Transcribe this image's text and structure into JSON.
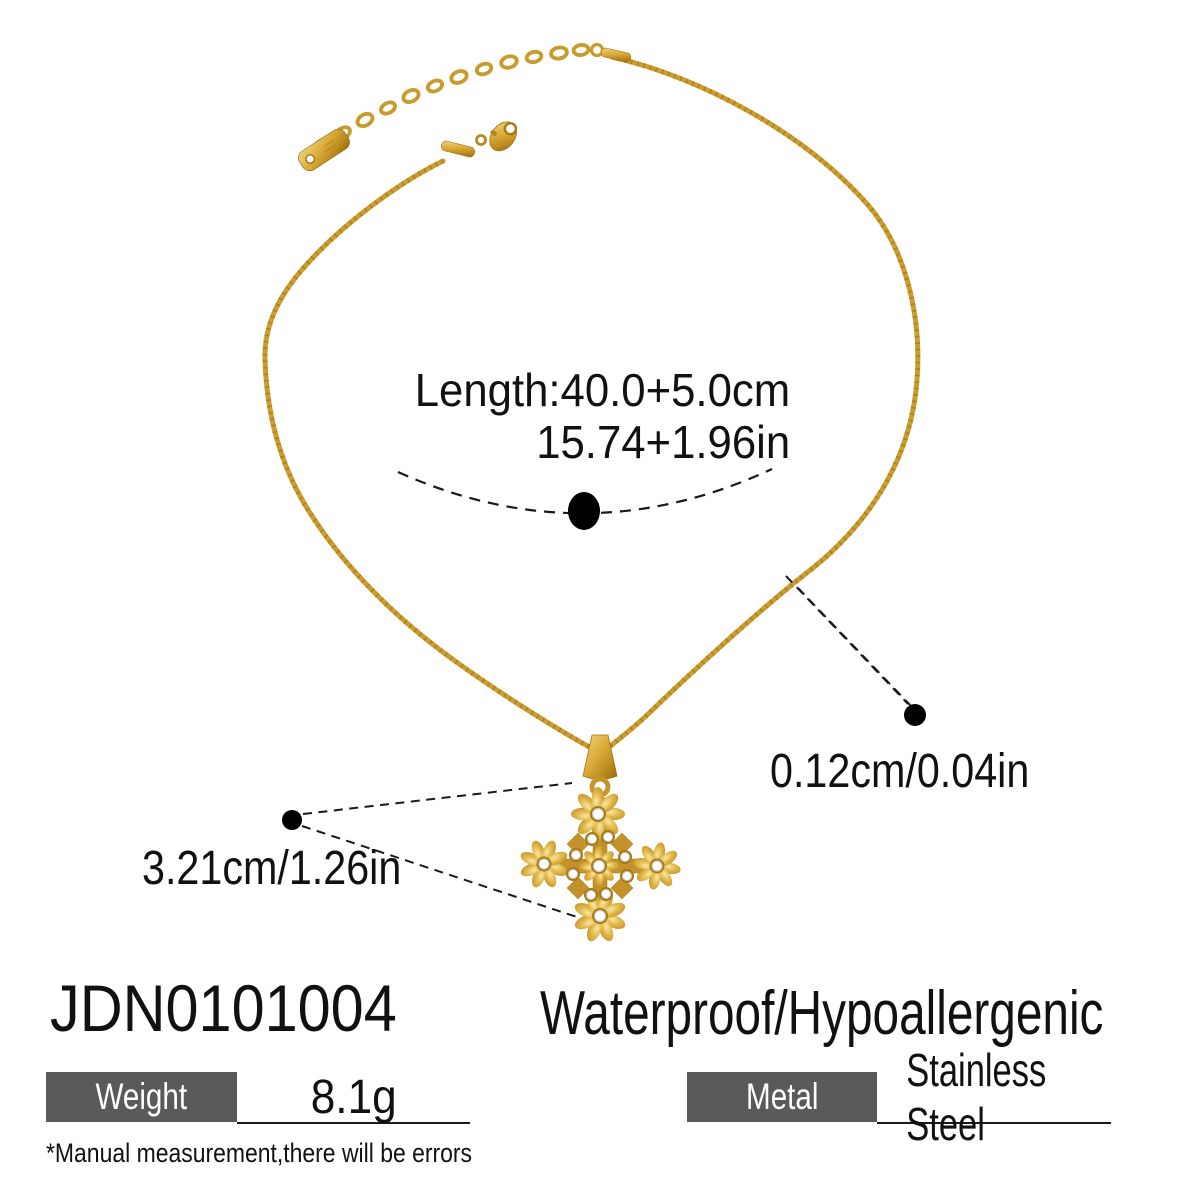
{
  "product": {
    "sku": "JDN0101004",
    "feature": "Waterproof/Hypoallergenic",
    "note": "*Manual measurement,there will be errors",
    "subject": "gold-flower-cross-pendant-necklace"
  },
  "annotations": {
    "length_line1": "Length:40.0+5.0cm",
    "length_line2": "15.74+1.96in",
    "chain_thickness": "0.12cm/0.04in",
    "pendant_size": "3.21cm/1.26in"
  },
  "specs": [
    {
      "label": "Weight",
      "value": "8.1g"
    },
    {
      "label": "Metal",
      "value": "Stainless Steel"
    }
  ],
  "colors": {
    "background": "#ffffff",
    "gold": "#d4a62e",
    "gold_dark": "#96680d",
    "label_box_bg": "#5a5a5c",
    "label_box_text": "#ffffff",
    "annotation_text": "#111111"
  }
}
